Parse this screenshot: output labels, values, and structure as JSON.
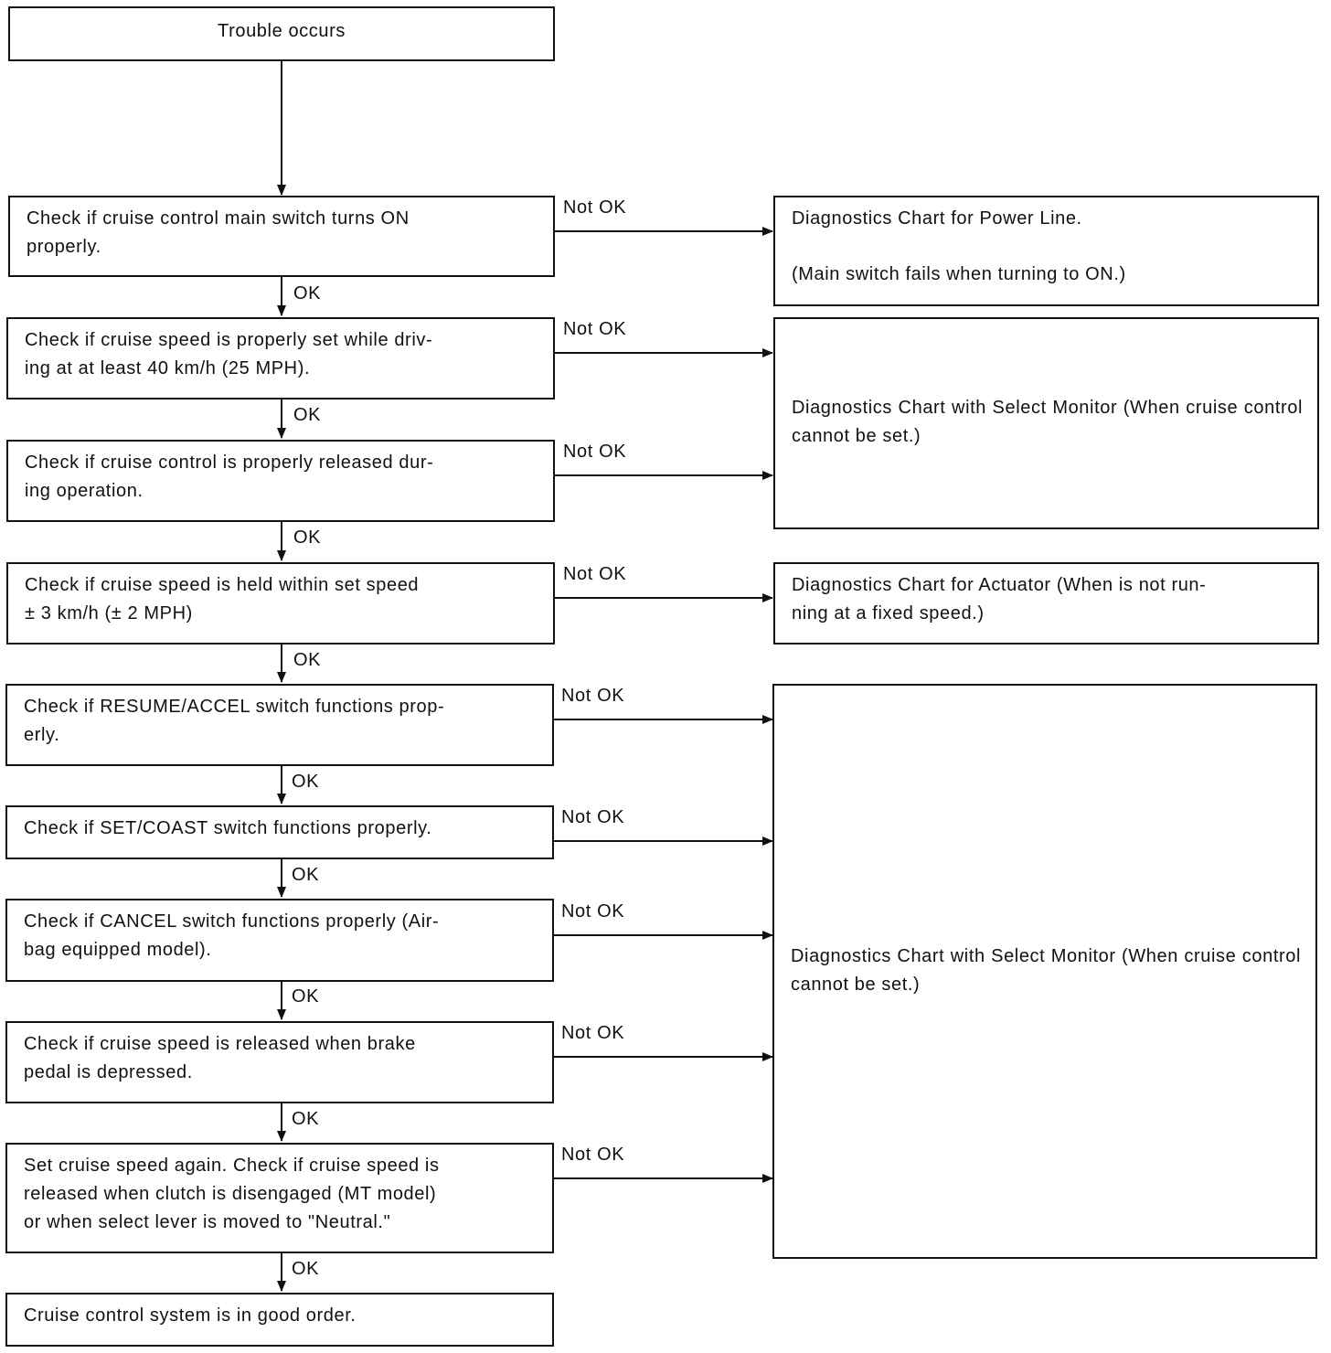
{
  "start": "Trouble occurs",
  "checks": [
    "Check if cruise control main switch turns ON\nproperly.",
    "Check if cruise speed is properly set while driv-\ning at at least 40 km/h (25 MPH).",
    "Check if cruise control is properly released dur-\ning operation.",
    "Check if cruise speed is held within set speed\n± 3 km/h (± 2 MPH)",
    "Check if RESUME/ACCEL switch functions prop-\nerly.",
    "Check if SET/COAST switch functions properly.",
    "Check if CANCEL switch functions properly (Air-\nbag equipped model).",
    "Check if cruise speed is released when brake\npedal is depressed.",
    "Set cruise speed again. Check if cruise speed is\nreleased when clutch is disengaged (MT model)\nor when select lever is moved to \"Neutral.\""
  ],
  "end": "Cruise control system is in good order.",
  "results": {
    "power_line": {
      "title": "Diagnostics Chart for Power Line.",
      "note": "(Main switch fails when turning to ON.)"
    },
    "select_monitor_1": "Diagnostics Chart with Select Monitor (When cruise control cannot be set.)",
    "actuator": "Diagnostics Chart for Actuator (When is not run-\nning at a fixed speed.)",
    "select_monitor_2": "Diagnostics Chart with Select Monitor (When cruise control cannot be set.)"
  },
  "labels": {
    "ok": "OK",
    "not_ok": "Not OK"
  }
}
